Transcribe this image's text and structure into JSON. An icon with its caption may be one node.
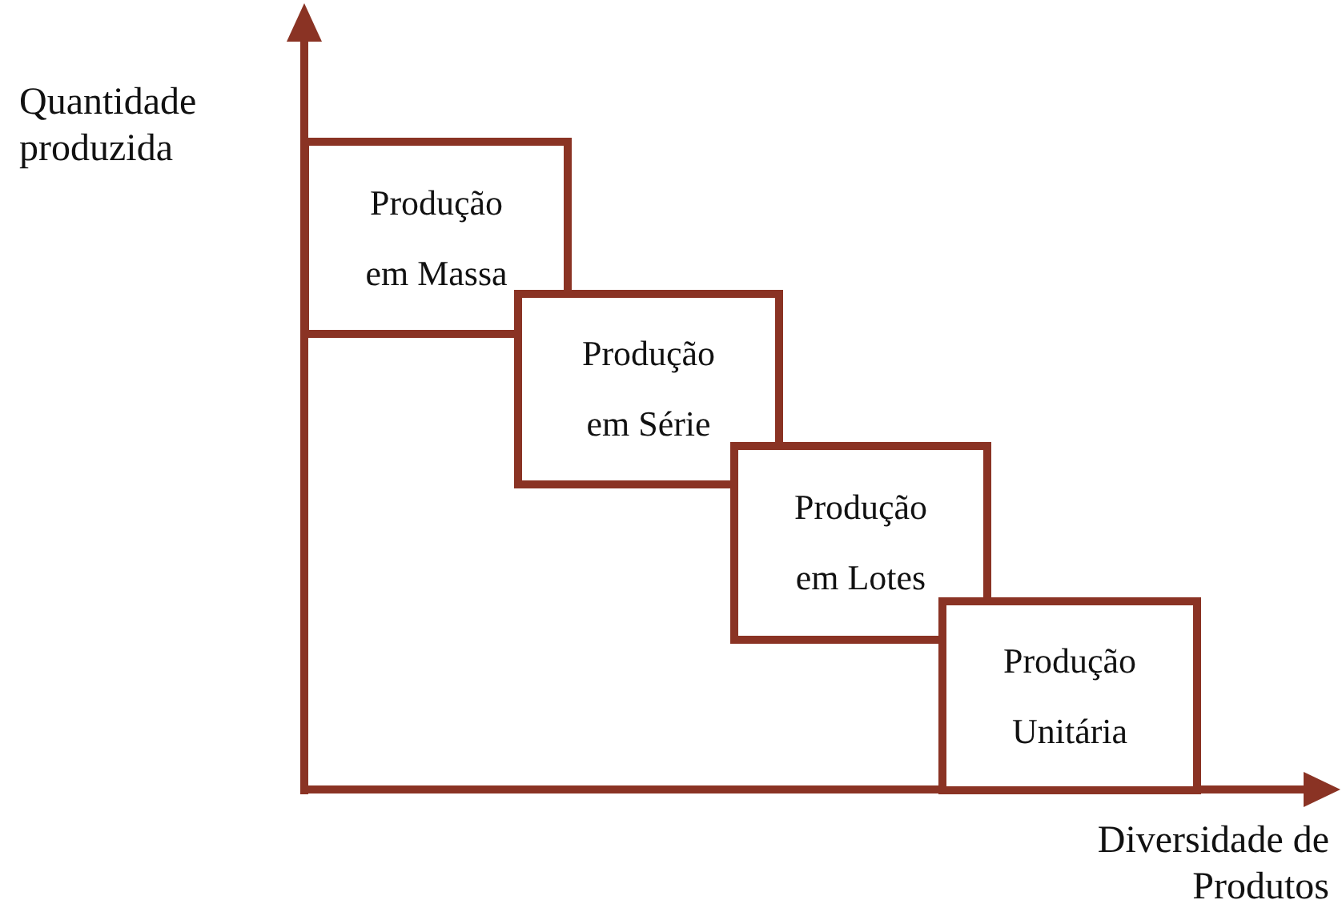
{
  "diagram": {
    "nodes": [
      {
        "text": [
          "Produção em Massa"
        ]
      },
      {
        "text": [
          "Produção em Série"
        ]
      },
      {
        "text": [
          "Produção em Lotes"
        ]
      },
      {
        "text": [
          "Produção Unitária"
        ]
      }
    ],
    "labels": [
      "Quantidade produzida",
      "Diversidade de Produtos"
    ]
  }
}
